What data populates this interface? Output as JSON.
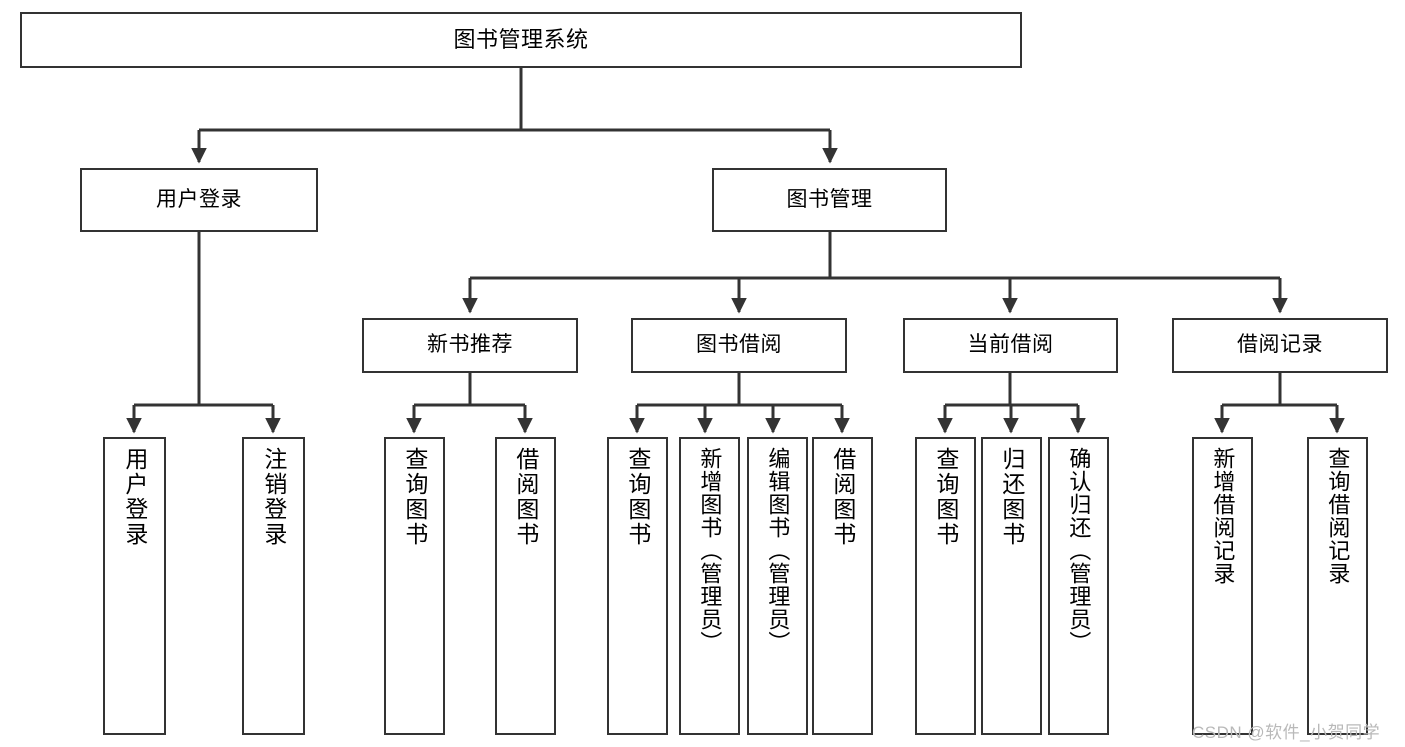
{
  "diagram": {
    "title": "图书管理系统",
    "type": "function-structure-tree",
    "orientation": "top-down",
    "line_color": "#333333",
    "box_fill": "#ffffff",
    "text_color": "#000000",
    "nodes": {
      "root": {
        "label": "图书管理系统"
      },
      "level2": [
        {
          "id": "user-login",
          "label": "用户登录"
        },
        {
          "id": "book-manage",
          "label": "图书管理"
        }
      ],
      "level3": [
        {
          "id": "new-book-recommend",
          "label": "新书推荐"
        },
        {
          "id": "book-borrow",
          "label": "图书借阅"
        },
        {
          "id": "current-borrow",
          "label": "当前借阅"
        },
        {
          "id": "borrow-record",
          "label": "借阅记录"
        }
      ],
      "leaves": {
        "user_login": [
          {
            "id": "leaf-user-login",
            "label": "用户登录"
          },
          {
            "id": "leaf-logout-login",
            "label": "注销登录"
          }
        ],
        "new_book_recommend": [
          {
            "id": "leaf-query-book-1",
            "label": "查询图书"
          },
          {
            "id": "leaf-borrow-book-1",
            "label": "借阅图书"
          }
        ],
        "book_borrow": [
          {
            "id": "leaf-query-book-2",
            "label": "查询图书"
          },
          {
            "id": "leaf-add-book",
            "label": "新增图书（管理员）"
          },
          {
            "id": "leaf-edit-book",
            "label": "编辑图书（管理员）"
          },
          {
            "id": "leaf-borrow-book-2",
            "label": "借阅图书"
          }
        ],
        "current_borrow": [
          {
            "id": "leaf-query-book-3",
            "label": "查询图书"
          },
          {
            "id": "leaf-return-book",
            "label": "归还图书"
          },
          {
            "id": "leaf-confirm-return",
            "label": "确认归还（管理员）"
          }
        ],
        "borrow_record": [
          {
            "id": "leaf-add-record",
            "label": "新增借阅记录"
          },
          {
            "id": "leaf-query-record",
            "label": "查询借阅记录"
          }
        ]
      }
    }
  },
  "watermark": {
    "text": "CSDN @软件_小贺同学"
  }
}
